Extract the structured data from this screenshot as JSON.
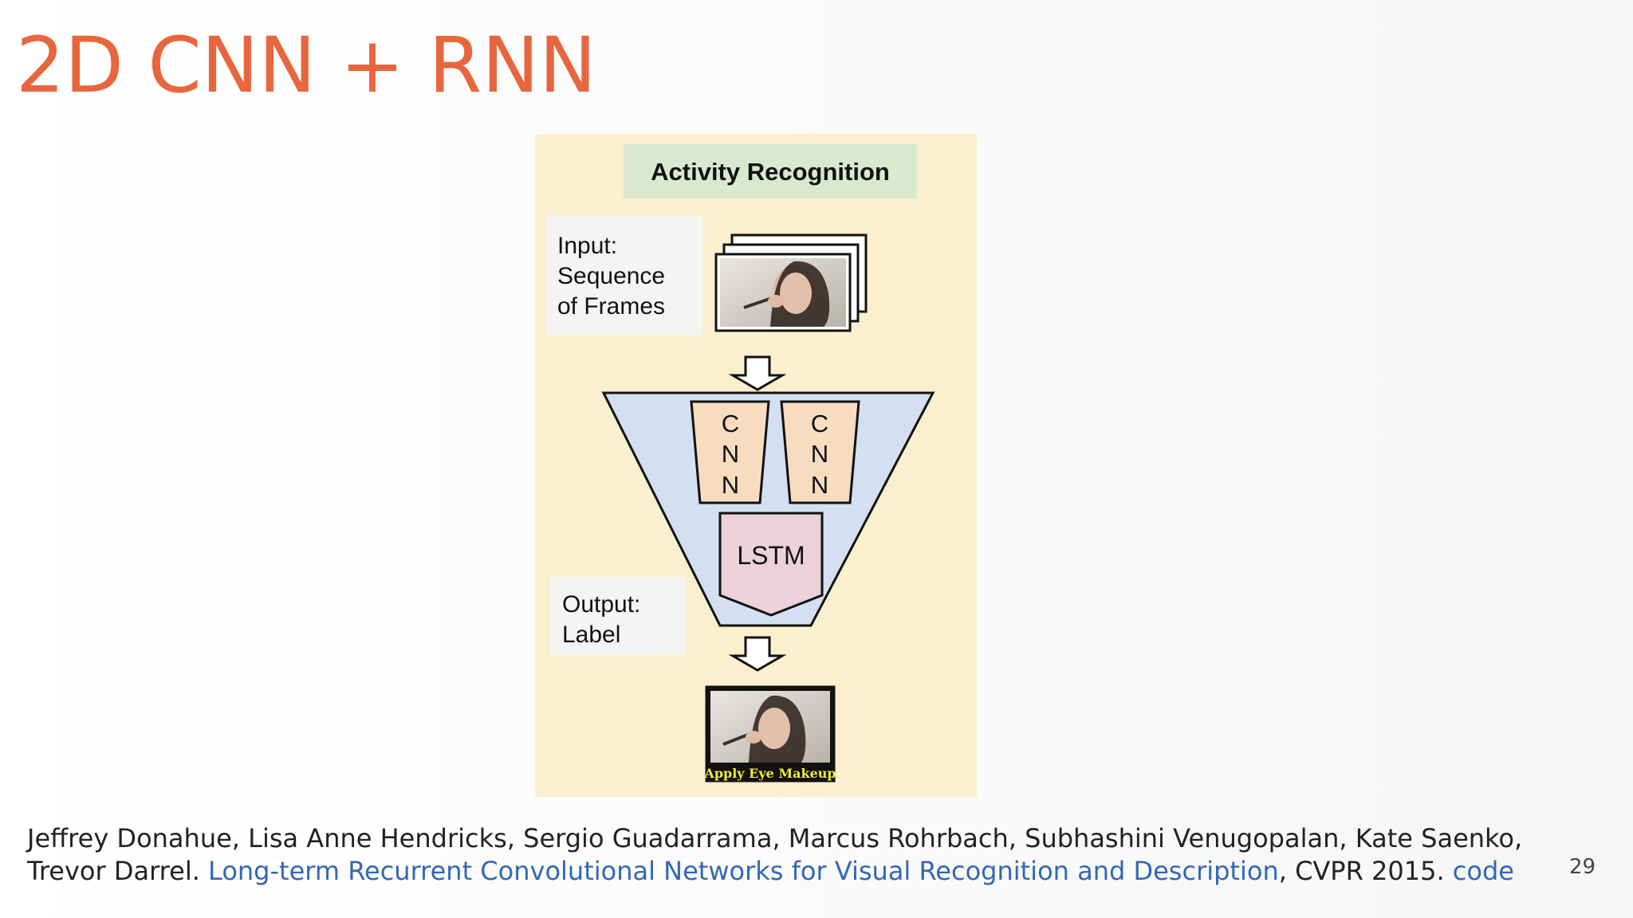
{
  "slide": {
    "title": "2D CNN + RNN",
    "page_number": "29"
  },
  "figure": {
    "heading": "Activity Recognition",
    "input_label": [
      "Input:",
      "Sequence",
      "of Frames"
    ],
    "output_label": [
      "Output:",
      "Label"
    ],
    "cnn_letters": [
      "C",
      "N",
      "N"
    ],
    "lstm_label": "LSTM",
    "frame_caption": "Apply Eye Makeup",
    "colors": {
      "background": "#fbefce",
      "heading_box": "#d8e9cf",
      "funnel": "#d4e0f1",
      "cnn_box": "#f8dcc0",
      "lstm_box": "#ecd1dc",
      "label_box": "#f4f4f2"
    }
  },
  "citation": {
    "authors_line1": "Jeffrey Donahue, Lisa Anne Hendricks, Sergio Guadarrama, Marcus Rohrbach, Subhashini Venugopalan, Kate Saenko,",
    "authors_line2": "Trevor Darrel.",
    "paper_link": "Long-term Recurrent Convolutional Networks for Visual Recognition and Description",
    "venue": ", CVPR 2015.",
    "code_link": "code"
  }
}
